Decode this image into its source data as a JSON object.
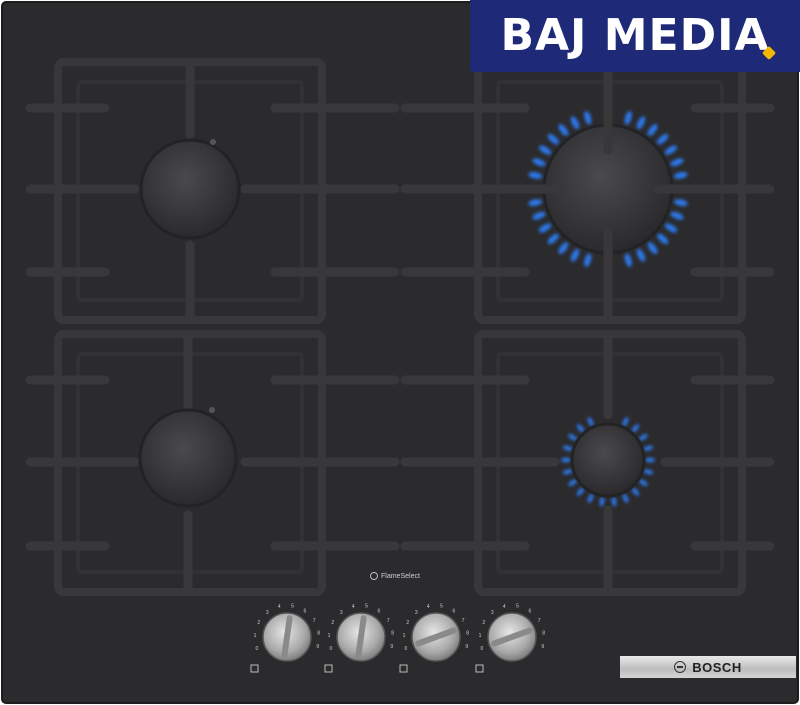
{
  "watermark": {
    "text": "BAJ MEDIA",
    "color": "#1e2a78",
    "tag_color": "#f5b800"
  },
  "hob": {
    "glass_color": "#2b2b2d",
    "pan_support_color": "#3a3a3c",
    "flame_color": "#2f7fff",
    "feature_label": "FlameSelect",
    "brand": "BOSCH"
  },
  "burners": [
    {
      "name": "rear-left",
      "lit": false
    },
    {
      "name": "rear-right-wok",
      "lit": true
    },
    {
      "name": "front-left",
      "lit": false
    },
    {
      "name": "front-right",
      "lit": true
    }
  ],
  "knobs": [
    {
      "name": "knob-1",
      "scale": [
        "0",
        "1",
        "2",
        "3",
        "4",
        "5",
        "6",
        "7",
        "8",
        "9"
      ]
    },
    {
      "name": "knob-2",
      "scale": [
        "0",
        "1",
        "2",
        "3",
        "4",
        "5",
        "6",
        "7",
        "8",
        "9"
      ]
    },
    {
      "name": "knob-3",
      "scale": [
        "0",
        "1",
        "2",
        "3",
        "4",
        "5",
        "6",
        "7",
        "8",
        "9"
      ]
    },
    {
      "name": "knob-4",
      "scale": [
        "0",
        "1",
        "2",
        "3",
        "4",
        "5",
        "6",
        "7",
        "8",
        "9"
      ]
    }
  ]
}
